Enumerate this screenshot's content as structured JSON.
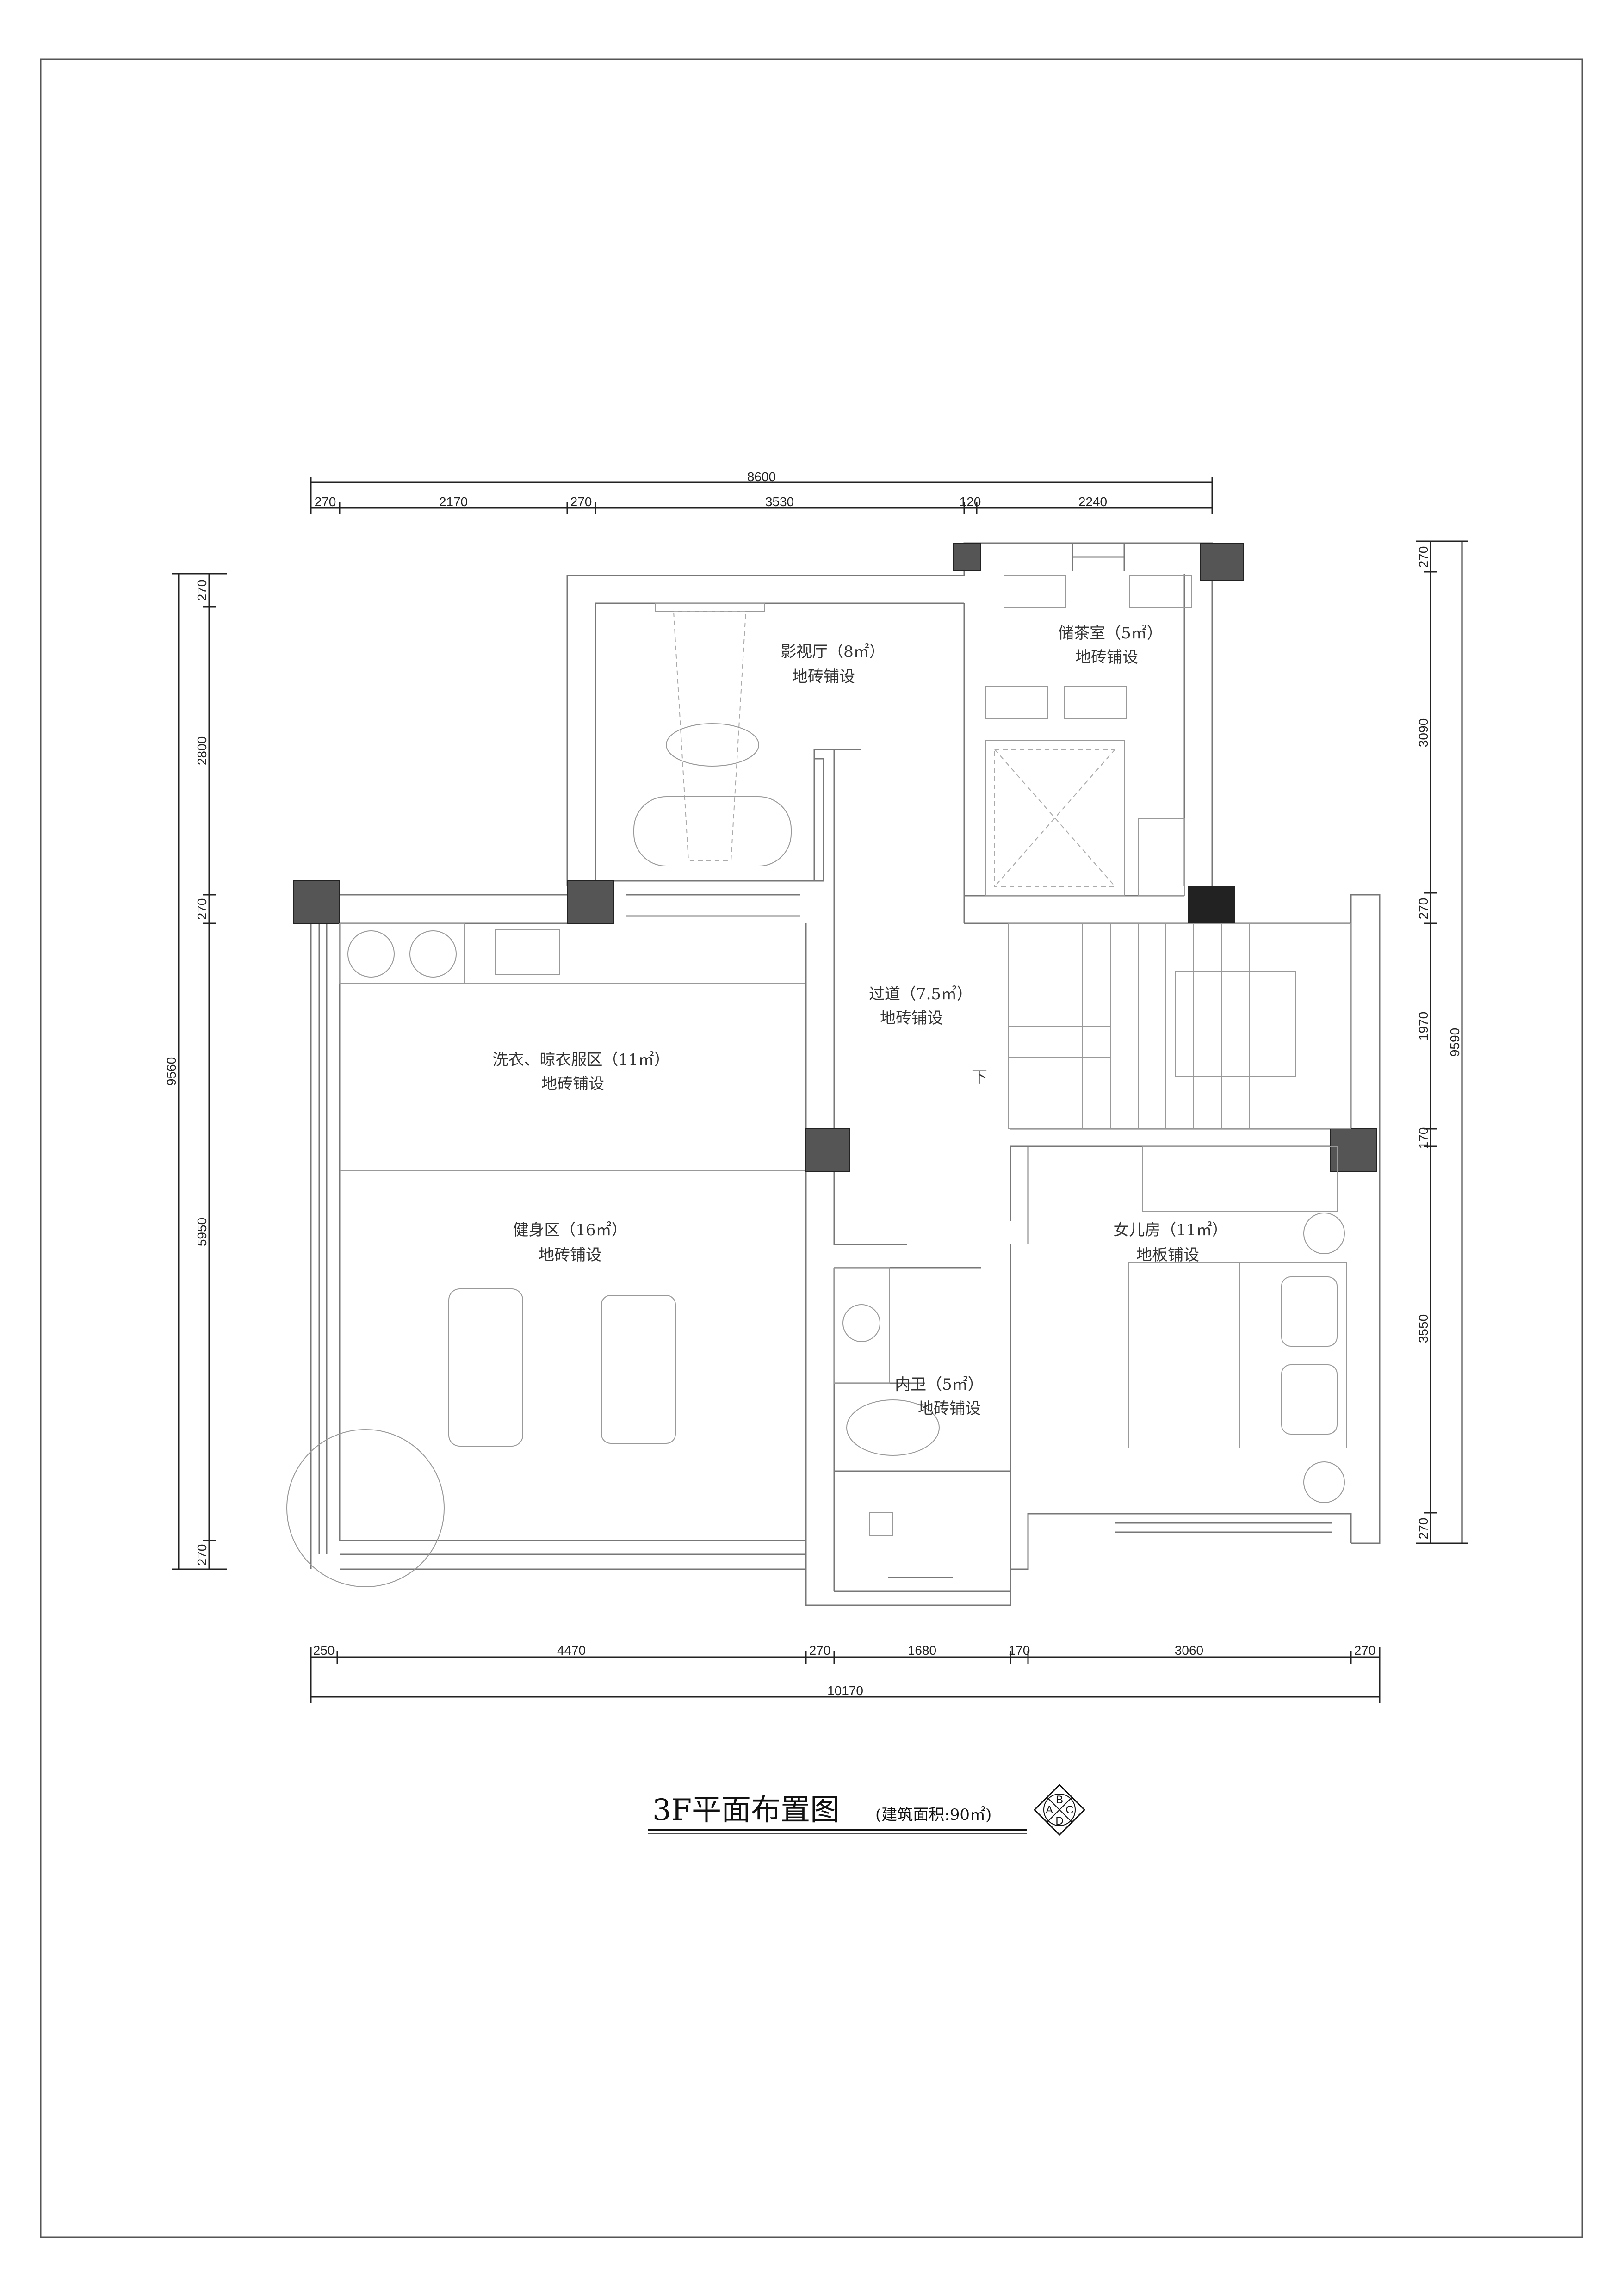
{
  "plan": {
    "title": "3F平面布置图",
    "subtitle": "(建筑面积:90㎡)",
    "compass_letters": [
      "B",
      "A",
      "C",
      "D"
    ]
  },
  "dims_top": {
    "total": "8600",
    "segments": [
      "270",
      "2170",
      "270",
      "3530",
      "120",
      "2240"
    ]
  },
  "dims_bottom": {
    "total": "10170",
    "segments": [
      "250",
      "4470",
      "270",
      "1680",
      "170",
      "3060",
      "270"
    ]
  },
  "dims_left": {
    "total": "9560",
    "segments": [
      "270",
      "2800",
      "270",
      "5950",
      "270"
    ]
  },
  "dims_right": {
    "total": "9590",
    "segments": [
      "270",
      "3090",
      "270",
      "1970",
      "170",
      "3550",
      "270"
    ]
  },
  "rooms": {
    "theater": {
      "name": "影视厅（8㎡）",
      "floor": "地砖铺设"
    },
    "tea": {
      "name": "储茶室（5㎡）",
      "floor": "地砖铺设"
    },
    "corridor": {
      "name": "过道（7.5㎡）",
      "floor": "地砖铺设"
    },
    "laundry": {
      "name": "洗衣、晾衣服区（11㎡）",
      "floor": "地砖铺设"
    },
    "gym": {
      "name": "健身区（16㎡）",
      "floor": "地砖铺设"
    },
    "bath": {
      "name": "内卫（5㎡）",
      "floor": "地砖铺设"
    },
    "daughter": {
      "name": "女儿房（11㎡）",
      "floor": "地板铺设"
    },
    "stairs_down": "下"
  }
}
